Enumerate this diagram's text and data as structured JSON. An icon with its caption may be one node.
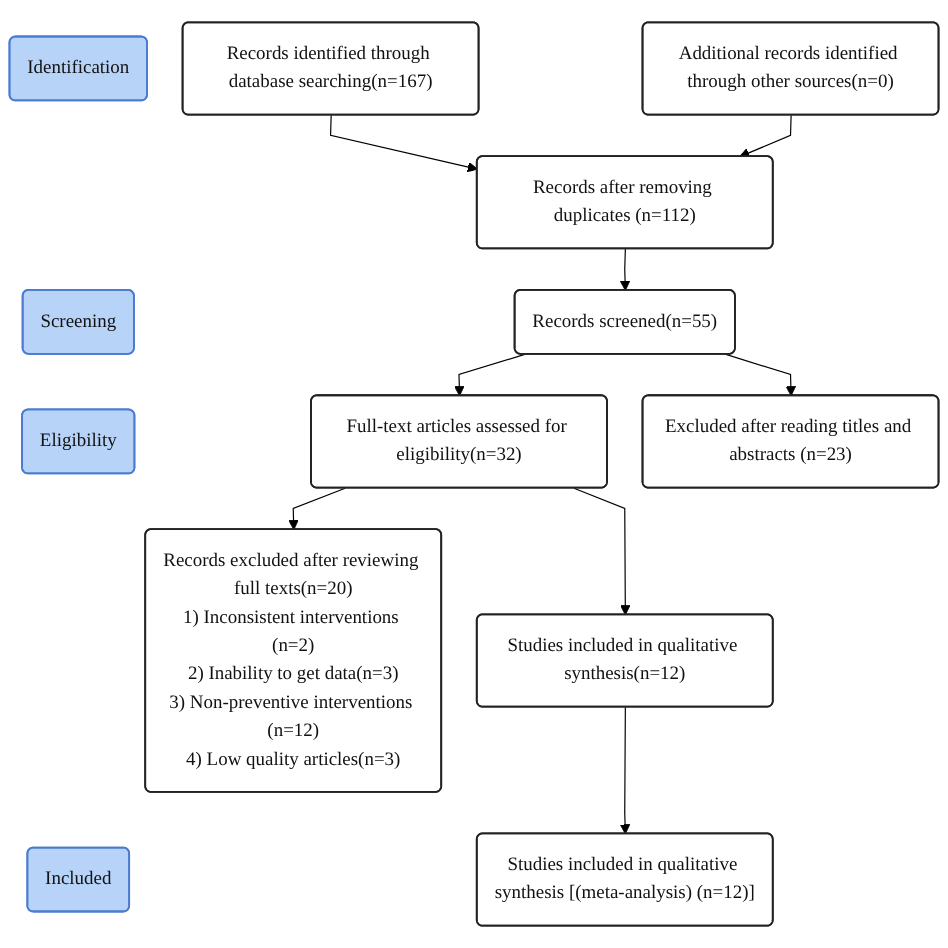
{
  "diagram": {
    "nodes": [
      {
        "text": [
          "Identification"
        ]
      },
      {
        "text": [
          "Records identified through database searching(n=167)"
        ]
      },
      {
        "text": [
          "Additional records identified through other sources(n=0)"
        ]
      },
      {
        "text": [
          "Records after removing duplicates (n=112)"
        ]
      },
      {
        "text": [
          "Screening"
        ]
      },
      {
        "text": [
          "Records screened(n=55)"
        ]
      },
      {
        "text": [
          "Excluded after reading titles and abstracts (n=23)"
        ]
      },
      {
        "text": [
          "Eligibility"
        ]
      },
      {
        "text": [
          "Full-text articles assessed for eligibility(n=32)"
        ]
      },
      {
        "text": [
          "Records excluded after reviewing full texts(n=20)",
          "1) Inconsistent interventions (n=2)",
          "2) Inability to get data(n=3)",
          "3) Non-preventive interventions (n=12)",
          "4) Low quality articles(n=3)"
        ]
      },
      {
        "text": [
          "Studies included in qualitative synthesis(n=12)"
        ]
      },
      {
        "text": [
          "Included"
        ]
      },
      {
        "text": [
          "Studies included in qualitative synthesis [(meta-analysis) (n=12)]"
        ]
      }
    ],
    "edges": [
      {
        "from": 1,
        "to": 3,
        "arrow": "to"
      },
      {
        "from": 2,
        "to": 3,
        "arrow": "to"
      },
      {
        "from": 3,
        "to": 5,
        "arrow": "to"
      },
      {
        "from": 5,
        "to": 6,
        "arrow": "to"
      },
      {
        "from": 5,
        "to": 8,
        "arrow": "to"
      },
      {
        "from": 8,
        "to": 9,
        "arrow": "to"
      },
      {
        "from": 8,
        "to": 10,
        "arrow": "to"
      },
      {
        "from": 10,
        "to": 12,
        "arrow": "to"
      }
    ]
  }
}
